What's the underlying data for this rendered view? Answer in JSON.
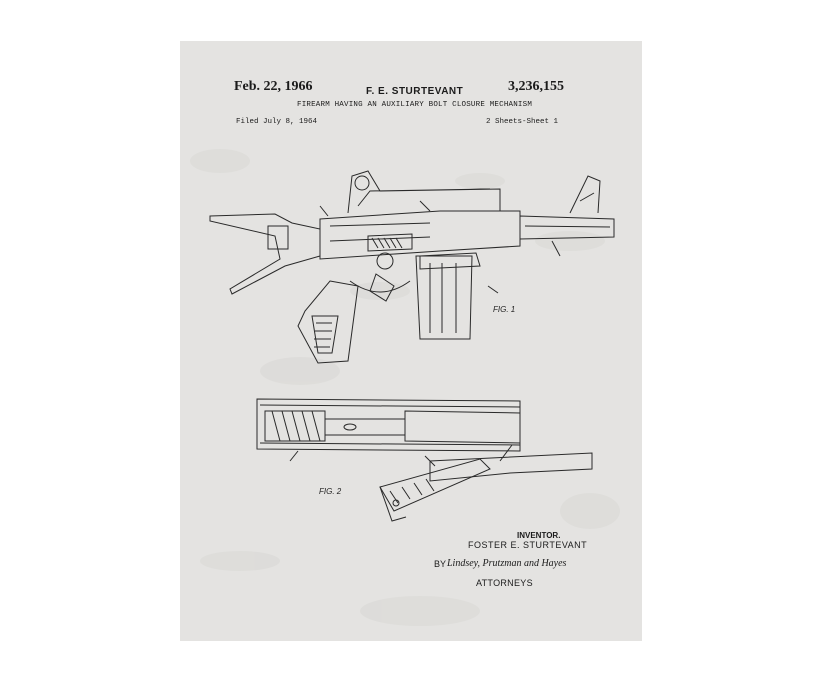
{
  "patent": {
    "date": "Feb. 22, 1966",
    "inventor_header": "F. E. STURTEVANT",
    "number": "3,236,155",
    "title": "FIREARM HAVING AN AUXILIARY BOLT CLOSURE MECHANISM",
    "filed": "Filed July 8, 1964",
    "sheets": "2 Sheets-Sheet 1"
  },
  "figures": {
    "fig1_label": "FIG. 1",
    "fig2_label": "FIG. 2"
  },
  "signature": {
    "inventor_heading": "INVENTOR.",
    "inventor_name": "FOSTER E. STURTEVANT",
    "by": "BY",
    "attorneys_script": "Lindsey, Prutzman and Hayes",
    "attorneys_label": "ATTORNEYS"
  },
  "colors": {
    "paper": "#e4e3e1",
    "ink": "#1b1b1b"
  }
}
